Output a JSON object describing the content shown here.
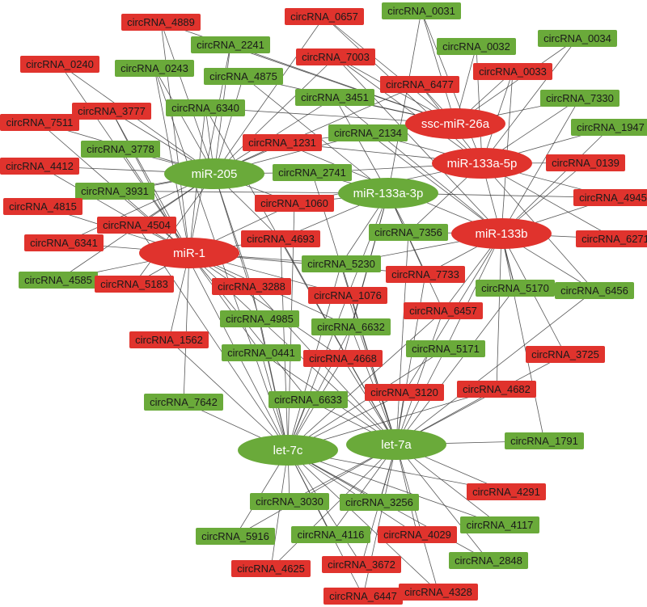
{
  "colors": {
    "up": "#e0332d",
    "down": "#6aaa3a",
    "edge": "#3a3a3a"
  },
  "mirnas": [
    {
      "id": "miR-205",
      "color": "down"
    },
    {
      "id": "miR-1",
      "color": "up"
    },
    {
      "id": "miR-133a-3p",
      "color": "down"
    },
    {
      "id": "ssc-miR-26a",
      "color": "up"
    },
    {
      "id": "miR-133a-5p",
      "color": "up"
    },
    {
      "id": "miR-133b",
      "color": "up"
    },
    {
      "id": "let-7c",
      "color": "down"
    },
    {
      "id": "let-7a",
      "color": "down"
    }
  ],
  "circrnas": [
    {
      "id": "circRNA_4889",
      "color": "up"
    },
    {
      "id": "circRNA_0657",
      "color": "up"
    },
    {
      "id": "circRNA_0031",
      "color": "down"
    },
    {
      "id": "circRNA_2241",
      "color": "down"
    },
    {
      "id": "circRNA_0032",
      "color": "down"
    },
    {
      "id": "circRNA_0034",
      "color": "down"
    },
    {
      "id": "circRNA_0240",
      "color": "up"
    },
    {
      "id": "circRNA_0243",
      "color": "down"
    },
    {
      "id": "circRNA_7003",
      "color": "up"
    },
    {
      "id": "circRNA_0033",
      "color": "up"
    },
    {
      "id": "circRNA_4875",
      "color": "down"
    },
    {
      "id": "circRNA_6477",
      "color": "up"
    },
    {
      "id": "circRNA_3451",
      "color": "down"
    },
    {
      "id": "circRNA_7330",
      "color": "down"
    },
    {
      "id": "circRNA_3777",
      "color": "up"
    },
    {
      "id": "circRNA_6340",
      "color": "down"
    },
    {
      "id": "circRNA_7511",
      "color": "up"
    },
    {
      "id": "circRNA_2134",
      "color": "down"
    },
    {
      "id": "circRNA_1947",
      "color": "down"
    },
    {
      "id": "circRNA_1231",
      "color": "up"
    },
    {
      "id": "circRNA_3778",
      "color": "down"
    },
    {
      "id": "circRNA_0139",
      "color": "up"
    },
    {
      "id": "circRNA_4412",
      "color": "up"
    },
    {
      "id": "circRNA_2741",
      "color": "down"
    },
    {
      "id": "circRNA_3931",
      "color": "down"
    },
    {
      "id": "circRNA_4945",
      "color": "up"
    },
    {
      "id": "circRNA_1060",
      "color": "up"
    },
    {
      "id": "circRNA_4815",
      "color": "up"
    },
    {
      "id": "circRNA_4504",
      "color": "up"
    },
    {
      "id": "circRNA_7356",
      "color": "down"
    },
    {
      "id": "circRNA_6271",
      "color": "up"
    },
    {
      "id": "circRNA_4693",
      "color": "up"
    },
    {
      "id": "circRNA_6341",
      "color": "up"
    },
    {
      "id": "circRNA_5230",
      "color": "down"
    },
    {
      "id": "circRNA_7733",
      "color": "up"
    },
    {
      "id": "circRNA_4585",
      "color": "down"
    },
    {
      "id": "circRNA_5183",
      "color": "up"
    },
    {
      "id": "circRNA_5170",
      "color": "down"
    },
    {
      "id": "circRNA_6456",
      "color": "down"
    },
    {
      "id": "circRNA_3288",
      "color": "up"
    },
    {
      "id": "circRNA_1076",
      "color": "up"
    },
    {
      "id": "circRNA_6457",
      "color": "up"
    },
    {
      "id": "circRNA_4985",
      "color": "down"
    },
    {
      "id": "circRNA_6632",
      "color": "down"
    },
    {
      "id": "circRNA_1562",
      "color": "up"
    },
    {
      "id": "circRNA_5171",
      "color": "down"
    },
    {
      "id": "circRNA_3725",
      "color": "up"
    },
    {
      "id": "circRNA_0441",
      "color": "down"
    },
    {
      "id": "circRNA_4668",
      "color": "up"
    },
    {
      "id": "circRNA_3120",
      "color": "up"
    },
    {
      "id": "circRNA_4682",
      "color": "up"
    },
    {
      "id": "circRNA_7642",
      "color": "down"
    },
    {
      "id": "circRNA_6633",
      "color": "down"
    },
    {
      "id": "circRNA_1791",
      "color": "down"
    },
    {
      "id": "circRNA_4291",
      "color": "up"
    },
    {
      "id": "circRNA_3030",
      "color": "down"
    },
    {
      "id": "circRNA_3256",
      "color": "down"
    },
    {
      "id": "circRNA_4117",
      "color": "down"
    },
    {
      "id": "circRNA_5916",
      "color": "down"
    },
    {
      "id": "circRNA_4116",
      "color": "down"
    },
    {
      "id": "circRNA_4029",
      "color": "up"
    },
    {
      "id": "circRNA_2848",
      "color": "down"
    },
    {
      "id": "circRNA_4625",
      "color": "up"
    },
    {
      "id": "circRNA_3672",
      "color": "up"
    },
    {
      "id": "circRNA_6447",
      "color": "up"
    },
    {
      "id": "circRNA_4328",
      "color": "up"
    }
  ],
  "edges": [
    [
      "circRNA_4889",
      "miR-205"
    ],
    [
      "circRNA_4889",
      "miR-1"
    ],
    [
      "circRNA_4889",
      "ssc-miR-26a"
    ],
    [
      "circRNA_0657",
      "ssc-miR-26a"
    ],
    [
      "circRNA_0657",
      "miR-205"
    ],
    [
      "circRNA_0657",
      "miR-133a-5p"
    ],
    [
      "circRNA_0031",
      "ssc-miR-26a"
    ],
    [
      "circRNA_0031",
      "miR-133a-5p"
    ],
    [
      "circRNA_0031",
      "miR-133a-3p"
    ],
    [
      "circRNA_2241",
      "miR-205"
    ],
    [
      "circRNA_2241",
      "miR-1"
    ],
    [
      "circRNA_2241",
      "ssc-miR-26a"
    ],
    [
      "circRNA_0032",
      "ssc-miR-26a"
    ],
    [
      "circRNA_0032",
      "miR-133a-5p"
    ],
    [
      "circRNA_0034",
      "ssc-miR-26a"
    ],
    [
      "circRNA_0034",
      "miR-133a-5p"
    ],
    [
      "circRNA_0240",
      "miR-205"
    ],
    [
      "circRNA_0240",
      "miR-1"
    ],
    [
      "circRNA_0243",
      "miR-205"
    ],
    [
      "circRNA_0243",
      "miR-1"
    ],
    [
      "circRNA_0243",
      "let-7c"
    ],
    [
      "circRNA_7003",
      "ssc-miR-26a"
    ],
    [
      "circRNA_7003",
      "miR-133a-5p"
    ],
    [
      "circRNA_7003",
      "miR-133b"
    ],
    [
      "circRNA_7003",
      "miR-205"
    ],
    [
      "circRNA_0033",
      "ssc-miR-26a"
    ],
    [
      "circRNA_0033",
      "miR-133a-5p"
    ],
    [
      "circRNA_0033",
      "miR-133b"
    ],
    [
      "circRNA_4875",
      "miR-205"
    ],
    [
      "circRNA_4875",
      "ssc-miR-26a"
    ],
    [
      "circRNA_4875",
      "miR-133a-3p"
    ],
    [
      "circRNA_6477",
      "ssc-miR-26a"
    ],
    [
      "circRNA_6477",
      "miR-133a-5p"
    ],
    [
      "circRNA_6477",
      "miR-205"
    ],
    [
      "circRNA_3451",
      "ssc-miR-26a"
    ],
    [
      "circRNA_3451",
      "miR-205"
    ],
    [
      "circRNA_3451",
      "miR-133a-3p"
    ],
    [
      "circRNA_3451",
      "miR-133b"
    ],
    [
      "circRNA_7330",
      "ssc-miR-26a"
    ],
    [
      "circRNA_7330",
      "miR-133a-5p"
    ],
    [
      "circRNA_7330",
      "miR-133b"
    ],
    [
      "circRNA_3777",
      "miR-205"
    ],
    [
      "circRNA_3777",
      "miR-1"
    ],
    [
      "circRNA_3777",
      "let-7c"
    ],
    [
      "circRNA_6340",
      "miR-205"
    ],
    [
      "circRNA_6340",
      "miR-1"
    ],
    [
      "circRNA_6340",
      "ssc-miR-26a"
    ],
    [
      "circRNA_6340",
      "let-7a"
    ],
    [
      "circRNA_7511",
      "miR-205"
    ],
    [
      "circRNA_7511",
      "miR-1"
    ],
    [
      "circRNA_2134",
      "ssc-miR-26a"
    ],
    [
      "circRNA_2134",
      "miR-133a-5p"
    ],
    [
      "circRNA_2134",
      "miR-205"
    ],
    [
      "circRNA_2134",
      "miR-133b"
    ],
    [
      "circRNA_1947",
      "miR-133a-5p"
    ],
    [
      "circRNA_1947",
      "miR-133b"
    ],
    [
      "circRNA_1231",
      "miR-205"
    ],
    [
      "circRNA_1231",
      "ssc-miR-26a"
    ],
    [
      "circRNA_1231",
      "miR-133a-5p"
    ],
    [
      "circRNA_1231",
      "miR-133b"
    ],
    [
      "circRNA_3778",
      "miR-205"
    ],
    [
      "circRNA_3778",
      "miR-1"
    ],
    [
      "circRNA_0139",
      "miR-133a-5p"
    ],
    [
      "circRNA_0139",
      "miR-133b"
    ],
    [
      "circRNA_4412",
      "miR-205"
    ],
    [
      "circRNA_4412",
      "miR-1"
    ],
    [
      "circRNA_2741",
      "miR-205"
    ],
    [
      "circRNA_2741",
      "miR-133a-3p"
    ],
    [
      "circRNA_2741",
      "miR-133a-5p"
    ],
    [
      "circRNA_2741",
      "let-7a"
    ],
    [
      "circRNA_3931",
      "miR-205"
    ],
    [
      "circRNA_3931",
      "miR-1"
    ],
    [
      "circRNA_3931",
      "miR-133a-3p"
    ],
    [
      "circRNA_4945",
      "miR-133a-5p"
    ],
    [
      "circRNA_4945",
      "miR-133b"
    ],
    [
      "circRNA_4945",
      "miR-133a-3p"
    ],
    [
      "circRNA_1060",
      "miR-205"
    ],
    [
      "circRNA_1060",
      "miR-1"
    ],
    [
      "circRNA_1060",
      "miR-133a-3p"
    ],
    [
      "circRNA_1060",
      "miR-133a-5p"
    ],
    [
      "circRNA_1060",
      "let-7c"
    ],
    [
      "circRNA_4815",
      "miR-205"
    ],
    [
      "circRNA_4815",
      "miR-1"
    ],
    [
      "circRNA_4504",
      "miR-205"
    ],
    [
      "circRNA_4504",
      "miR-1"
    ],
    [
      "circRNA_4504",
      "let-7c"
    ],
    [
      "circRNA_7356",
      "miR-133a-3p"
    ],
    [
      "circRNA_7356",
      "miR-133b"
    ],
    [
      "circRNA_7356",
      "miR-133a-5p"
    ],
    [
      "circRNA_7356",
      "let-7a"
    ],
    [
      "circRNA_6271",
      "miR-133b"
    ],
    [
      "circRNA_6271",
      "miR-133a-5p"
    ],
    [
      "circRNA_4693",
      "miR-205"
    ],
    [
      "circRNA_4693",
      "miR-1"
    ],
    [
      "circRNA_4693",
      "miR-133a-3p"
    ],
    [
      "circRNA_4693",
      "let-7c"
    ],
    [
      "circRNA_4693",
      "let-7a"
    ],
    [
      "circRNA_6341",
      "miR-1"
    ],
    [
      "circRNA_6341",
      "miR-205"
    ],
    [
      "circRNA_5230",
      "miR-1"
    ],
    [
      "circRNA_5230",
      "miR-133a-3p"
    ],
    [
      "circRNA_5230",
      "miR-133b"
    ],
    [
      "circRNA_5230",
      "let-7a"
    ],
    [
      "circRNA_5230",
      "let-7c"
    ],
    [
      "circRNA_7733",
      "miR-133b"
    ],
    [
      "circRNA_7733",
      "miR-133a-3p"
    ],
    [
      "circRNA_7733",
      "miR-1"
    ],
    [
      "circRNA_7733",
      "let-7a"
    ],
    [
      "circRNA_4585",
      "miR-1"
    ],
    [
      "circRNA_4585",
      "miR-205"
    ],
    [
      "circRNA_5183",
      "miR-1"
    ],
    [
      "circRNA_5183",
      "miR-205"
    ],
    [
      "circRNA_5170",
      "miR-133b"
    ],
    [
      "circRNA_5170",
      "miR-133a-5p"
    ],
    [
      "circRNA_5170",
      "let-7a"
    ],
    [
      "circRNA_6456",
      "miR-133b"
    ],
    [
      "circRNA_6456",
      "miR-133a-5p"
    ],
    [
      "circRNA_6456",
      "let-7a"
    ],
    [
      "circRNA_3288",
      "miR-1"
    ],
    [
      "circRNA_3288",
      "miR-205"
    ],
    [
      "circRNA_3288",
      "let-7c"
    ],
    [
      "circRNA_3288",
      "let-7a"
    ],
    [
      "circRNA_1076",
      "miR-1"
    ],
    [
      "circRNA_1076",
      "miR-133a-3p"
    ],
    [
      "circRNA_1076",
      "let-7c"
    ],
    [
      "circRNA_1076",
      "let-7a"
    ],
    [
      "circRNA_6457",
      "miR-133b"
    ],
    [
      "circRNA_6457",
      "miR-133a-3p"
    ],
    [
      "circRNA_6457",
      "let-7a"
    ],
    [
      "circRNA_6457",
      "let-7c"
    ],
    [
      "circRNA_4985",
      "miR-1"
    ],
    [
      "circRNA_4985",
      "miR-205"
    ],
    [
      "circRNA_4985",
      "let-7c"
    ],
    [
      "circRNA_4985",
      "let-7a"
    ],
    [
      "circRNA_6632",
      "miR-1"
    ],
    [
      "circRNA_6632",
      "miR-133a-3p"
    ],
    [
      "circRNA_6632",
      "let-7c"
    ],
    [
      "circRNA_6632",
      "let-7a"
    ],
    [
      "circRNA_1562",
      "miR-1"
    ],
    [
      "circRNA_1562",
      "let-7c"
    ],
    [
      "circRNA_5171",
      "miR-133b"
    ],
    [
      "circRNA_5171",
      "let-7a"
    ],
    [
      "circRNA_5171",
      "let-7c"
    ],
    [
      "circRNA_3725",
      "miR-133b"
    ],
    [
      "circRNA_3725",
      "let-7a"
    ],
    [
      "circRNA_0441",
      "miR-1"
    ],
    [
      "circRNA_0441",
      "let-7c"
    ],
    [
      "circRNA_0441",
      "let-7a"
    ],
    [
      "circRNA_4668",
      "miR-1"
    ],
    [
      "circRNA_4668",
      "let-7c"
    ],
    [
      "circRNA_4668",
      "let-7a"
    ],
    [
      "circRNA_4668",
      "miR-133a-3p"
    ],
    [
      "circRNA_3120",
      "let-7a"
    ],
    [
      "circRNA_3120",
      "let-7c"
    ],
    [
      "circRNA_3120",
      "miR-133b"
    ],
    [
      "circRNA_4682",
      "let-7a"
    ],
    [
      "circRNA_4682",
      "miR-133b"
    ],
    [
      "circRNA_4682",
      "let-7c"
    ],
    [
      "circRNA_7642",
      "let-7c"
    ],
    [
      "circRNA_7642",
      "miR-1"
    ],
    [
      "circRNA_6633",
      "let-7c"
    ],
    [
      "circRNA_6633",
      "let-7a"
    ],
    [
      "circRNA_6633",
      "miR-1"
    ],
    [
      "circRNA_1791",
      "let-7a"
    ],
    [
      "circRNA_1791",
      "miR-133b"
    ],
    [
      "circRNA_4291",
      "let-7a"
    ],
    [
      "circRNA_4291",
      "let-7c"
    ],
    [
      "circRNA_3030",
      "let-7c"
    ],
    [
      "circRNA_3030",
      "let-7a"
    ],
    [
      "circRNA_3256",
      "let-7a"
    ],
    [
      "circRNA_3256",
      "let-7c"
    ],
    [
      "circRNA_4117",
      "let-7a"
    ],
    [
      "circRNA_4117",
      "let-7c"
    ],
    [
      "circRNA_5916",
      "let-7c"
    ],
    [
      "circRNA_5916",
      "let-7a"
    ],
    [
      "circRNA_4116",
      "let-7c"
    ],
    [
      "circRNA_4116",
      "let-7a"
    ],
    [
      "circRNA_4029",
      "let-7a"
    ],
    [
      "circRNA_4029",
      "let-7c"
    ],
    [
      "circRNA_2848",
      "let-7a"
    ],
    [
      "circRNA_2848",
      "let-7c"
    ],
    [
      "circRNA_4625",
      "let-7c"
    ],
    [
      "circRNA_4625",
      "let-7a"
    ],
    [
      "circRNA_3672",
      "let-7c"
    ],
    [
      "circRNA_3672",
      "let-7a"
    ],
    [
      "circRNA_6447",
      "let-7c"
    ],
    [
      "circRNA_6447",
      "let-7a"
    ],
    [
      "circRNA_4328",
      "let-7a"
    ],
    [
      "circRNA_4328",
      "let-7c"
    ]
  ]
}
